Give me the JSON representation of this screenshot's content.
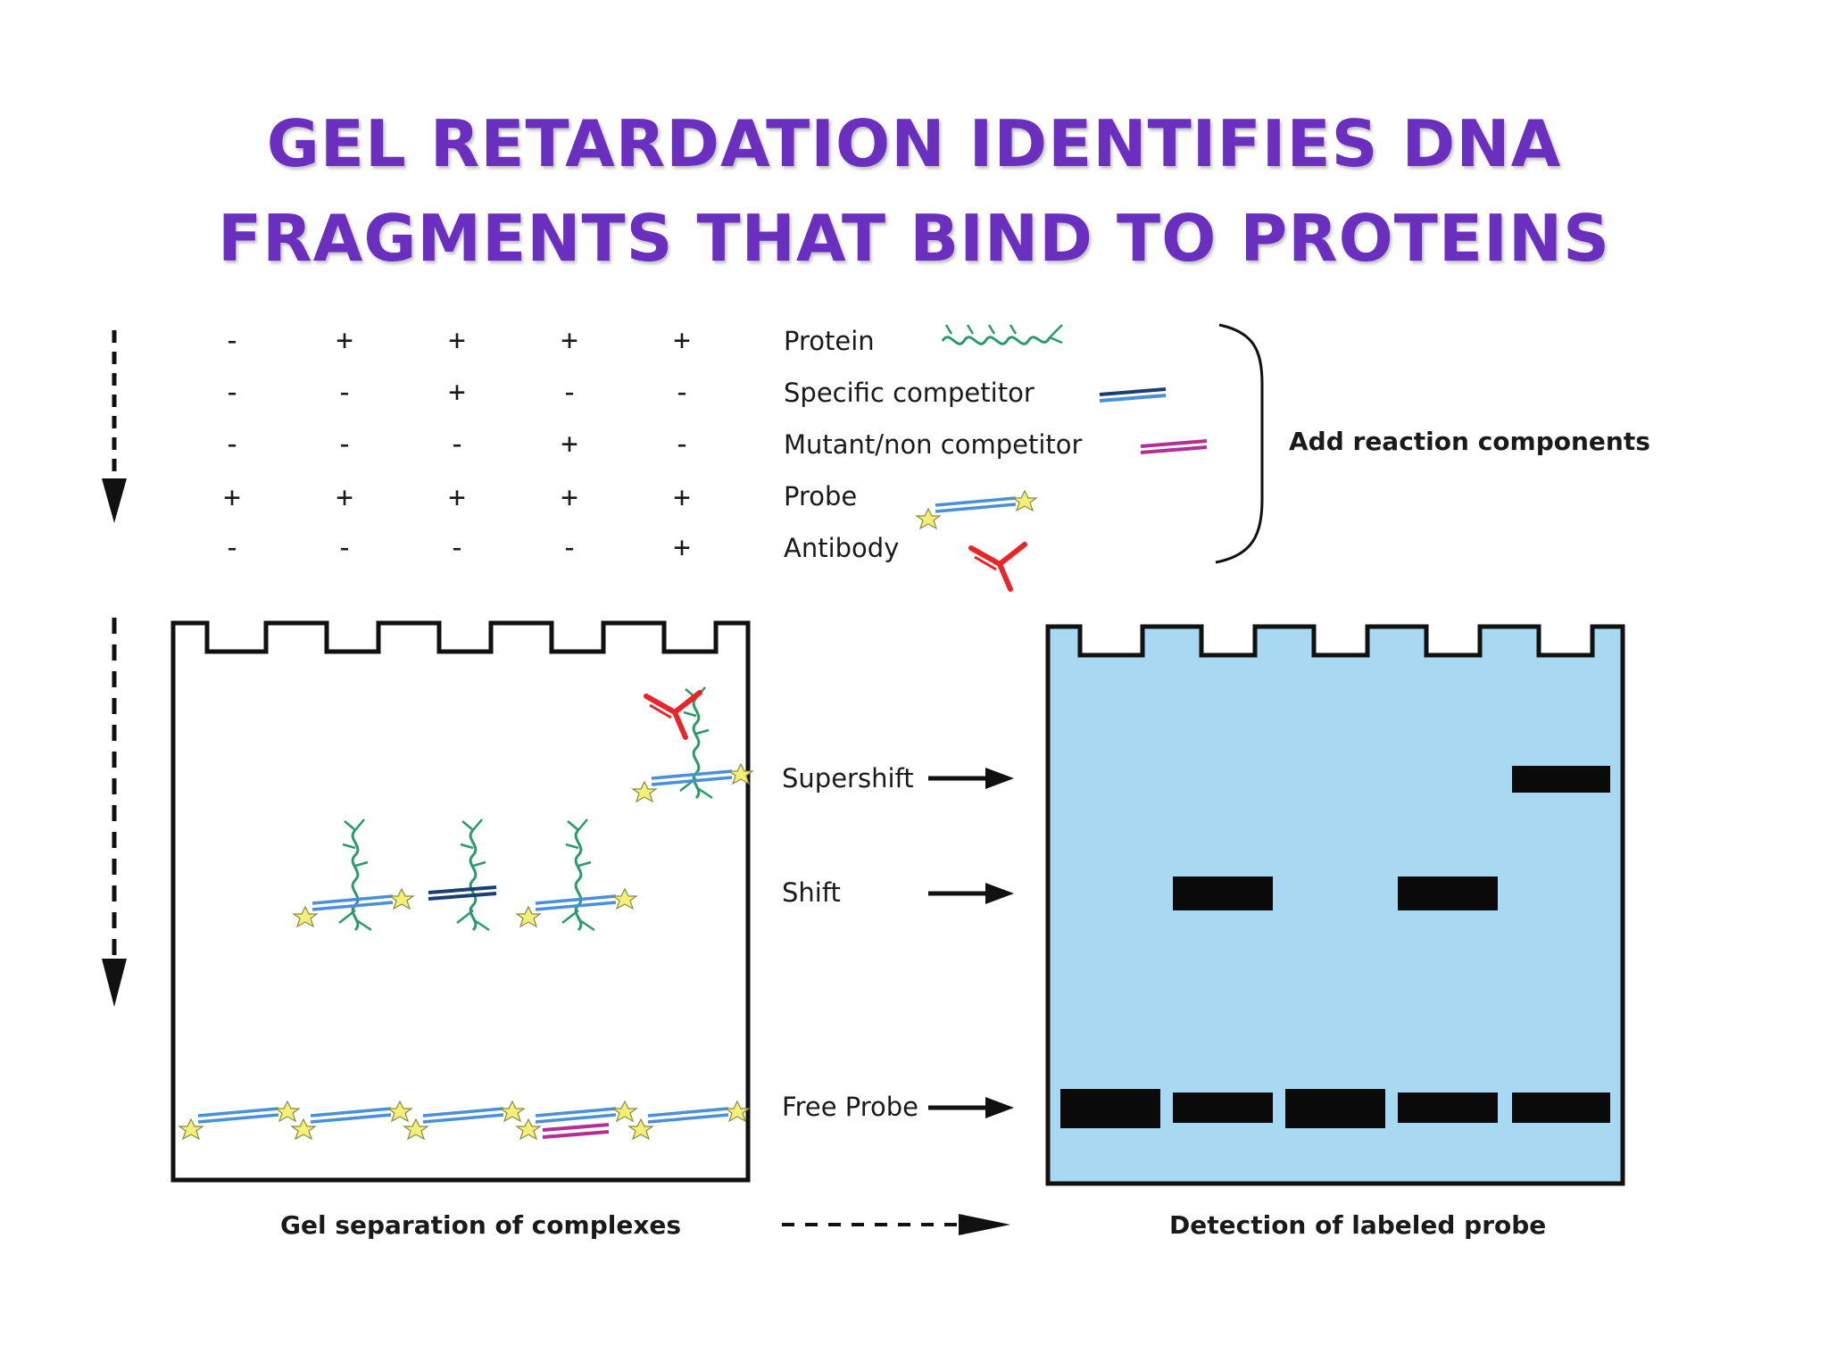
{
  "title": {
    "line1": "GEL RETARDATION IDENTIFIES DNA",
    "line2": "FRAGMENTS THAT BIND TO PROTEINS"
  },
  "reaction_table": {
    "rows": [
      {
        "label": "Protein",
        "signs": [
          "-",
          "+",
          "+",
          "+",
          "+"
        ],
        "icon": "protein-icon"
      },
      {
        "label": "Specific competitor",
        "signs": [
          "-",
          "-",
          "+",
          "-",
          "-"
        ],
        "icon": "specific-competitor-icon"
      },
      {
        "label": "Mutant/non competitor",
        "signs": [
          "-",
          "-",
          "-",
          "+",
          "-"
        ],
        "icon": "mutant-competitor-icon"
      },
      {
        "label": "Probe",
        "signs": [
          "+",
          "+",
          "+",
          "+",
          "+"
        ],
        "icon": "probe-icon"
      },
      {
        "label": "Antibody",
        "signs": [
          "-",
          "-",
          "-",
          "-",
          "+"
        ],
        "icon": "antibody-icon"
      }
    ],
    "bracket_label": "Add reaction components"
  },
  "band_labels": {
    "supershift": "Supershift",
    "shift": "Shift",
    "free_probe": "Free Probe"
  },
  "captions": {
    "left": "Gel separation of complexes",
    "right": "Detection of labeled probe"
  },
  "colors": {
    "title": "#6b2fc0",
    "gel_blue": "#a8d8f2",
    "probe_blue": "#4a90d9",
    "competitor_navy": "#1c3f73",
    "mutant_magenta": "#b0309a",
    "protein_green": "#2a9a6a",
    "antibody_red": "#e8262a",
    "star_yellow": "#f2f07a"
  }
}
